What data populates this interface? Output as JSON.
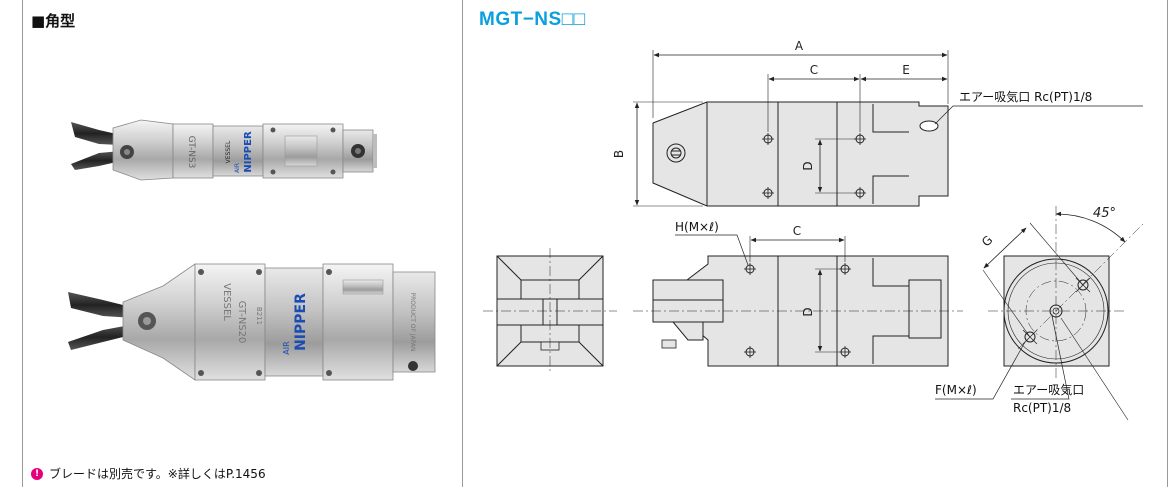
{
  "left_panel": {
    "title": "■角型",
    "product_markings": {
      "top_body": "GT-NS3",
      "top_brand": "VESSEL",
      "top_product": "NIPPER",
      "top_air": "AIR",
      "bottom_brand": "VESSEL",
      "bottom_model": "GT-NS20",
      "bottom_code": "B211",
      "bottom_product": "NIPPER",
      "bottom_air": "AIR",
      "bottom_plate": "PRODUCT OF JAPAN"
    },
    "note": {
      "icon": "!",
      "text": "ブレードは別売です。※詳しくはP.1456"
    }
  },
  "right_panel": {
    "title": "MGT−NS□□",
    "dimension_labels": {
      "A": "A",
      "B": "B",
      "C": "C",
      "C2": "C",
      "D": "D",
      "D2": "D",
      "E": "E",
      "G": "G",
      "angle": "45°",
      "H": "H(M×ℓ)",
      "F": "F(M×ℓ)"
    },
    "callouts": {
      "air_inlet_top": "エアー吸気口 Rc(PT)1/8",
      "air_inlet_bottom_1": "エアー吸気口",
      "air_inlet_bottom_2": "Rc(PT)1/8"
    }
  },
  "colors": {
    "title_blue": "#0aa0dc",
    "drawing_fill": "#e5e5e5",
    "note_icon": "#e6007e"
  }
}
